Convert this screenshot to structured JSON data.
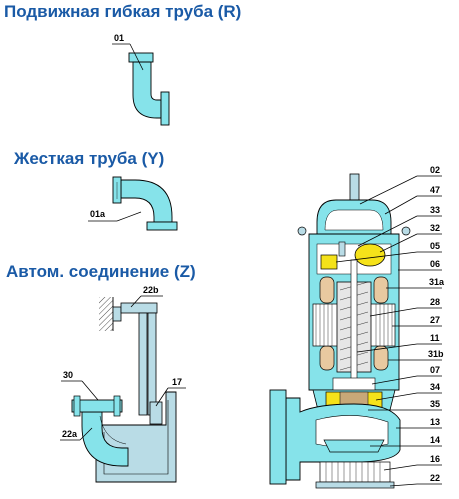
{
  "headings": {
    "flexible": "Подвижная гибкая труба (R)",
    "rigid": "Жесткая труба (Y)",
    "auto": "Автом. соединение (Z)"
  },
  "callouts": {
    "flexible_part": "01",
    "rigid_part": "01a",
    "auto": [
      "22b",
      "30",
      "17",
      "22a"
    ],
    "pump": [
      "02",
      "47",
      "33",
      "32",
      "05",
      "06",
      "31a",
      "28",
      "27",
      "11",
      "31b",
      "07",
      "34",
      "35",
      "13",
      "14",
      "16",
      "22"
    ]
  },
  "colors": {
    "heading": "#1a5aa6",
    "fill": "#86e3ea",
    "dark_fill": "#b9dce6",
    "yellow": "#f5e21a",
    "tan": "#e8c9a0"
  }
}
